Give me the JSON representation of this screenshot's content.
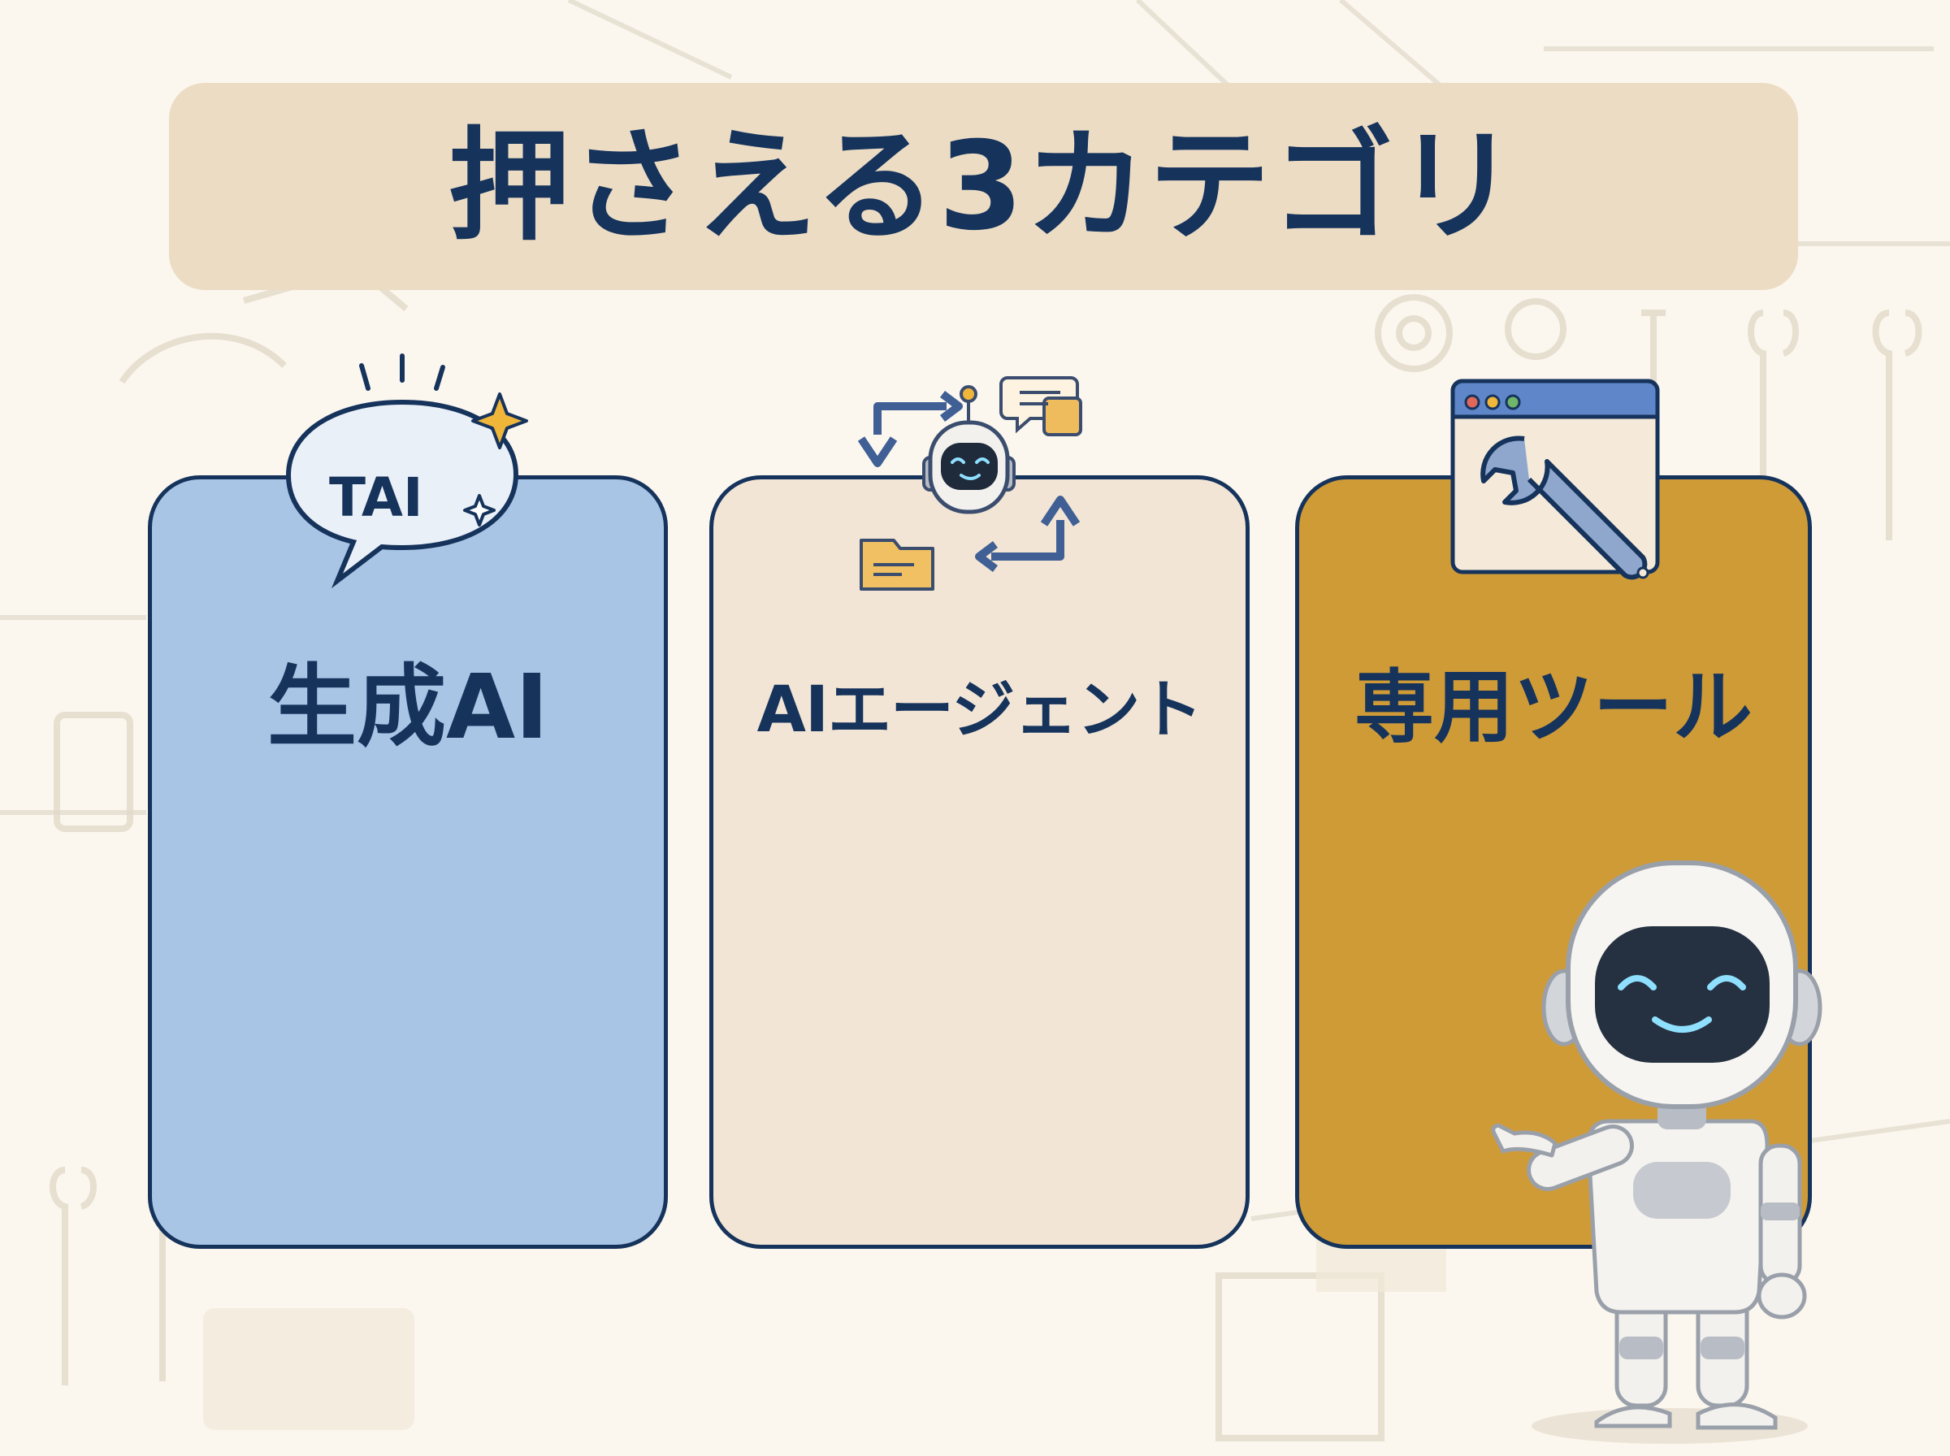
{
  "title": "押さえる3カテゴリ",
  "cards": [
    {
      "label": "生成AI",
      "color": "#a9c5e5",
      "icon": "speech-bubble-icon",
      "icon_text": "TAI"
    },
    {
      "label": "AIエージェント",
      "color": "#f2e5d5",
      "icon": "robot-workflow-icon"
    },
    {
      "label": "専用ツール",
      "color": "#cf9b37",
      "icon": "browser-wrench-icon"
    }
  ],
  "colors": {
    "ink": "#16335c",
    "title_band": "#ecdcc4",
    "background": "#fbf7ee"
  },
  "mascot": "robot-mascot-icon"
}
